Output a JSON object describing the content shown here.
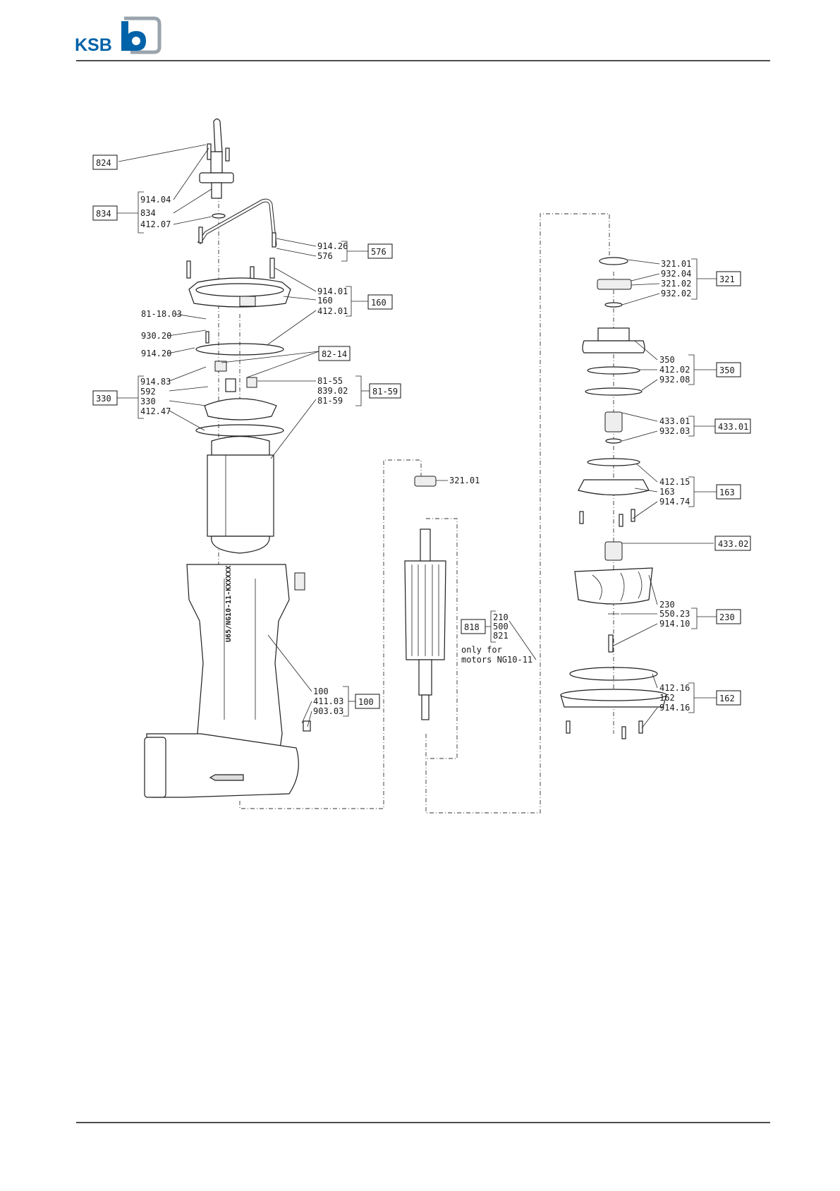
{
  "logo": {
    "text": "KSB",
    "color": "#0062a8"
  },
  "left_column": {
    "cable_entry": {
      "box_824": "824",
      "box_834": "834",
      "parts": [
        "914.04",
        "834",
        "412.07"
      ]
    },
    "box_576": "576",
    "parts_576": [
      "914.26",
      "576"
    ],
    "box_160": "160",
    "parts_160": [
      "914.01",
      "160",
      "412.01"
    ],
    "labels_cover": [
      "81-18.03",
      "930.20",
      "914.20"
    ],
    "box_82_14": "82-14",
    "box_330": "330",
    "parts_330": [
      "914.83",
      "592",
      "330",
      "412.47"
    ],
    "box_81_59": "81-59",
    "parts_81_59": [
      "81-55",
      "839.02",
      "81-59"
    ],
    "casing": {
      "stamp": "U65/NG10-11-KXXXXX"
    },
    "box_100": "100",
    "parts_100": [
      "100",
      "411.03",
      "903.03"
    ]
  },
  "middle_column": {
    "bearing_label": "321.01",
    "box_818": "818",
    "parts_818": [
      "210",
      "500",
      "821"
    ],
    "note_line1": "only for",
    "note_line2": "motors NG10-11"
  },
  "right_column": {
    "box_321": "321",
    "parts_321": [
      "321.01",
      "932.04",
      "321.02",
      "932.02"
    ],
    "box_350": "350",
    "parts_350": [
      "350",
      "412.02",
      "932.08"
    ],
    "box_433_01": "433.01",
    "parts_433_01": [
      "433.01",
      "932.03"
    ],
    "box_163": "163",
    "parts_163": [
      "412.15",
      "163",
      "914.74"
    ],
    "box_433_02": "433.02",
    "box_230": "230",
    "parts_230": [
      "230",
      "550.23",
      "914.10"
    ],
    "box_162": "162",
    "parts_162": [
      "412.16",
      "162",
      "914.16"
    ]
  }
}
